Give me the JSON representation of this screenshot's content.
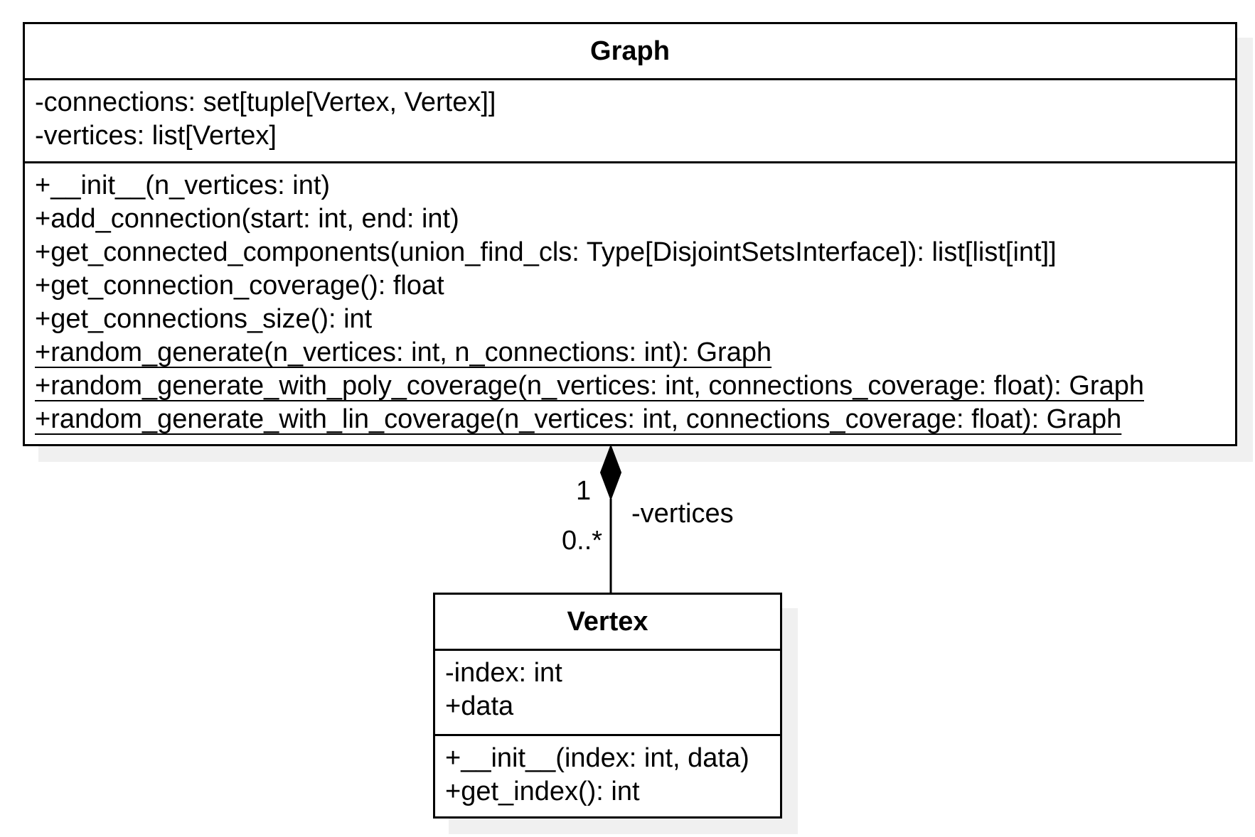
{
  "classes": {
    "graph": {
      "name": "Graph",
      "attributes": [
        "-connections: set[tuple[Vertex, Vertex]]",
        "-vertices: list[Vertex]"
      ],
      "methods": [
        "+__init__(n_vertices: int)",
        "+add_connection(start: int, end: int)",
        "+get_connected_components(union_find_cls: Type[DisjointSetsInterface]): list[list[int]]",
        "+get_connection_coverage(): float",
        "+get_connections_size(): int",
        "+random_generate(n_vertices: int, n_connections: int): Graph",
        "+random_generate_with_poly_coverage(n_vertices: int, connections_coverage: float): Graph",
        "+random_generate_with_lin_coverage(n_vertices: int, connections_coverage: float): Graph"
      ]
    },
    "vertex": {
      "name": "Vertex",
      "attributes": [
        "-index: int",
        "+data"
      ],
      "methods": [
        "+__init__(index: int, data)",
        "+get_index(): int"
      ]
    }
  },
  "association": {
    "type": "composition",
    "whole": "Graph",
    "part": "Vertex",
    "whole_multiplicity": "1",
    "part_multiplicity": "0..*",
    "role": "-vertices"
  }
}
